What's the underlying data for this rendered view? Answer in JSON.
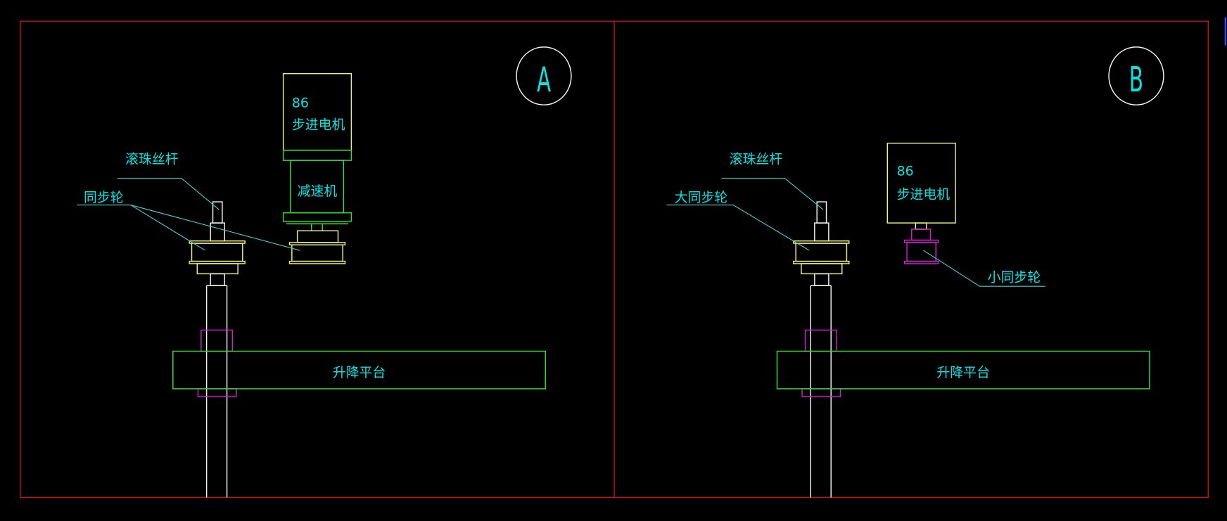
{
  "panels": [
    {
      "id": "A",
      "motor_size": "86",
      "motor_label": "步进电机",
      "reducer_label": "减速机",
      "screw_label": "滚珠丝杆",
      "pulley_label": "同步轮",
      "platform_label": "升降平台"
    },
    {
      "id": "B",
      "motor_size": "86",
      "motor_label": "步进电机",
      "screw_label": "滚珠丝杆",
      "big_pulley_label": "大同步轮",
      "small_pulley_label": "小同步轮",
      "platform_label": "升降平台"
    }
  ],
  "colors": {
    "frame": "#d01010",
    "text": "#00e5e5",
    "motor": "#f0f080",
    "reducer": "#30e030",
    "nut": "#d020d0"
  }
}
